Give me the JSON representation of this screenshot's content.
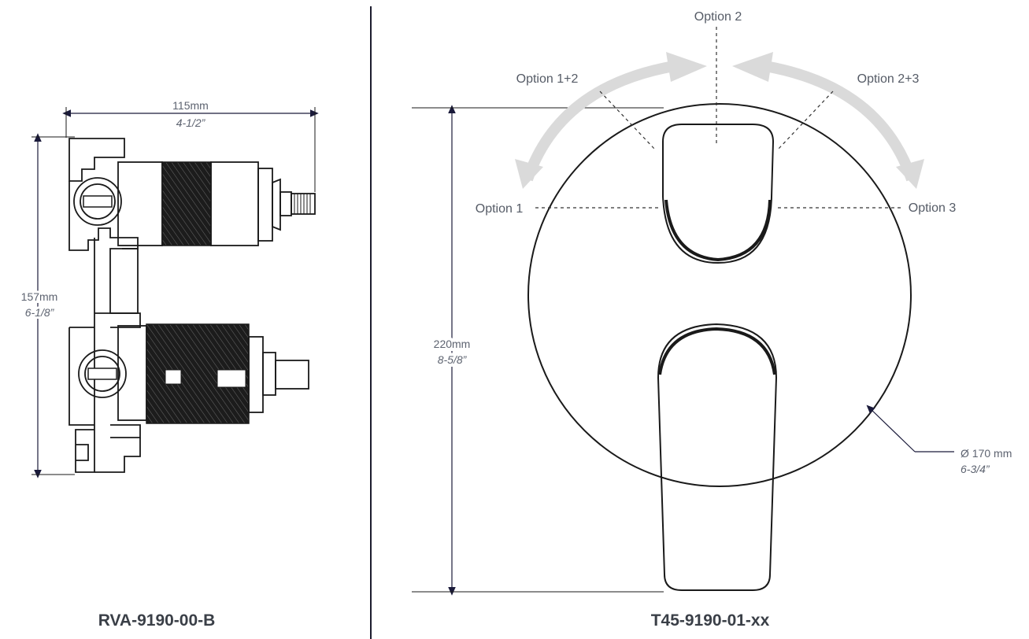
{
  "valve_body": {
    "code": "RVA-9190-00-B",
    "width_mm": "115mm",
    "width_in": "4-1/2”",
    "height_mm": "157mm",
    "height_in": "6-1/8”"
  },
  "trim": {
    "code": "T45-9190-01-xx",
    "height_mm": "220mm",
    "height_in": "8-5/8”",
    "diameter_mm": "Ø 170 mm",
    "diameter_in": "6-3/4”",
    "options": {
      "opt1": "Option 1",
      "opt12": "Option 1+2",
      "opt2": "Option 2",
      "opt23": "Option 2+3",
      "opt3": "Option 3"
    }
  },
  "colors": {
    "line": "#1a1a1a",
    "arrow": "#d9d9d9",
    "divider": "#1c1c2e",
    "text": "#555b66"
  }
}
